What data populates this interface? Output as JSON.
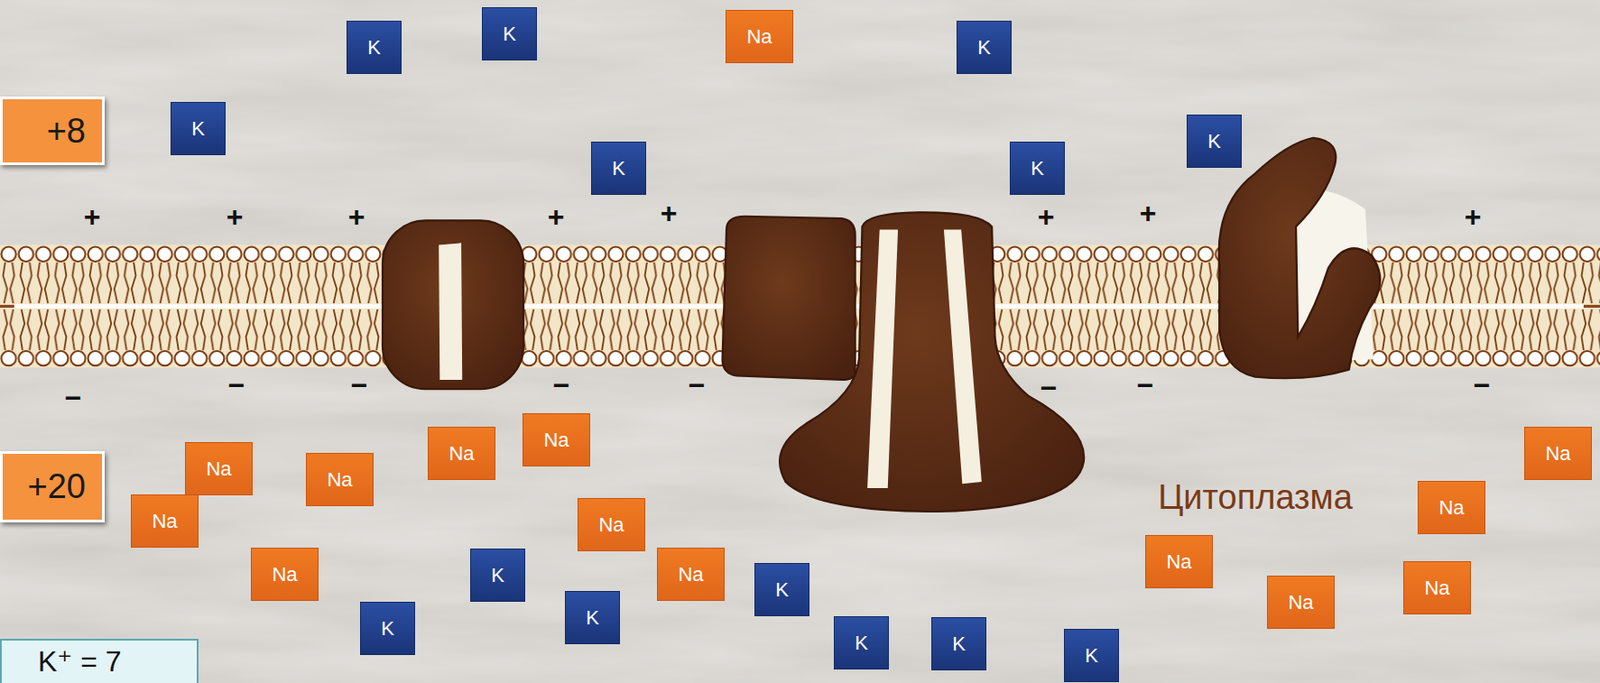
{
  "diagram": {
    "nodes": [
      {
        "text": [
          "K"
        ]
      },
      {
        "text": [
          "K"
        ]
      },
      {
        "text": [
          "Na"
        ]
      },
      {
        "text": [
          "K"
        ]
      },
      {
        "text": [
          "+8"
        ]
      },
      {
        "text": [
          "K"
        ]
      },
      {
        "text": [
          "K"
        ]
      },
      {
        "text": [
          "K"
        ]
      },
      {
        "text": [
          "K"
        ]
      },
      {
        "text": [
          "Na"
        ]
      },
      {
        "text": [
          "Na"
        ]
      },
      {
        "text": [
          "Na"
        ]
      },
      {
        "text": [
          "Na"
        ]
      },
      {
        "text": [
          "+20"
        ]
      },
      {
        "text": [
          "Na"
        ]
      },
      {
        "text": [
          "Na"
        ]
      },
      {
        "text": [
          "Na"
        ]
      },
      {
        "text": [
          "Na"
        ]
      },
      {
        "text": [
          "Na"
        ]
      },
      {
        "text": [
          "Na"
        ]
      },
      {
        "text": [
          "K"
        ]
      },
      {
        "text": [
          "Na"
        ]
      },
      {
        "text": [
          "Na"
        ]
      },
      {
        "text": [
          "K"
        ]
      },
      {
        "text": [
          "Na"
        ]
      },
      {
        "text": [
          "K"
        ]
      },
      {
        "text": [
          "K"
        ]
      },
      {
        "text": [
          "K"
        ]
      },
      {
        "text": [
          "K"
        ]
      },
      {
        "text": [
          "K"
        ]
      },
      {
        "text": [
          "K⁺ = 7"
        ]
      }
    ],
    "labels": [
      "Цитоплазма",
      "+",
      "+",
      "+",
      "+",
      "+",
      "+",
      "+",
      "+",
      "−",
      "−",
      "−",
      "−",
      "−",
      "−",
      "−",
      "−"
    ]
  }
}
